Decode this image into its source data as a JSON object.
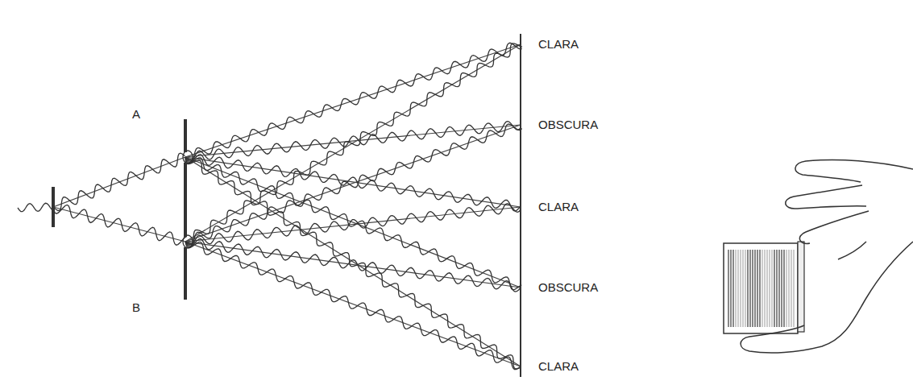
{
  "diagram": {
    "labels": [
      "A",
      "B",
      "CLARA",
      "OBSCURA",
      "CLARA",
      "OBSCURA",
      "CLARA"
    ]
  }
}
